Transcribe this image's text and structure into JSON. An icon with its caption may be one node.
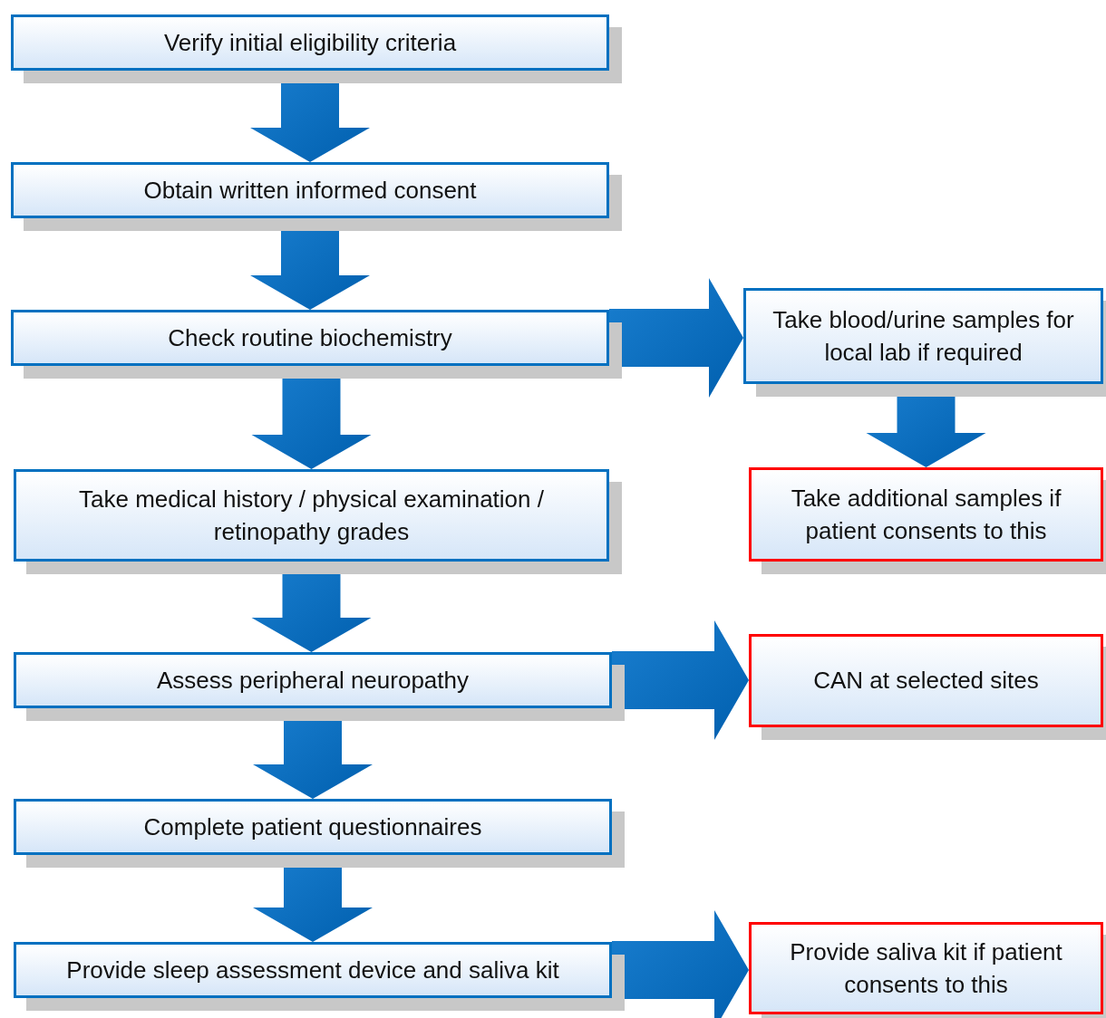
{
  "diagram": {
    "nodes": [
      {
        "text": [
          "Verify initial eligibility criteria"
        ]
      },
      {
        "text": [
          "Obtain written informed consent"
        ]
      },
      {
        "text": [
          "Check routine biochemistry"
        ]
      },
      {
        "text": [
          "Take medical history / physical examination / retinopathy grades"
        ]
      },
      {
        "text": [
          "Assess peripheral neuropathy"
        ]
      },
      {
        "text": [
          "Complete patient questionnaires"
        ]
      },
      {
        "text": [
          "Provide sleep assessment device and saliva kit"
        ]
      },
      {
        "text": [
          "Take blood/urine samples for local lab if required"
        ]
      },
      {
        "text": [
          "Take additional samples if patient consents to this"
        ]
      },
      {
        "text": [
          "CAN at selected sites"
        ]
      },
      {
        "text": [
          "Provide saliva kit if patient consents to this"
        ]
      }
    ],
    "edges": [
      {
        "from": 0,
        "to": 1,
        "arrow": "to"
      },
      {
        "from": 1,
        "to": 2,
        "arrow": "to"
      },
      {
        "from": 2,
        "to": 3,
        "arrow": "to"
      },
      {
        "from": 3,
        "to": 4,
        "arrow": "to"
      },
      {
        "from": 4,
        "to": 5,
        "arrow": "to"
      },
      {
        "from": 5,
        "to": 6,
        "arrow": "to"
      },
      {
        "from": 2,
        "to": 7,
        "arrow": "to"
      },
      {
        "from": 7,
        "to": 8,
        "arrow": "to"
      },
      {
        "from": 4,
        "to": 9,
        "arrow": "to"
      },
      {
        "from": 6,
        "to": 10,
        "arrow": "to"
      }
    ]
  }
}
